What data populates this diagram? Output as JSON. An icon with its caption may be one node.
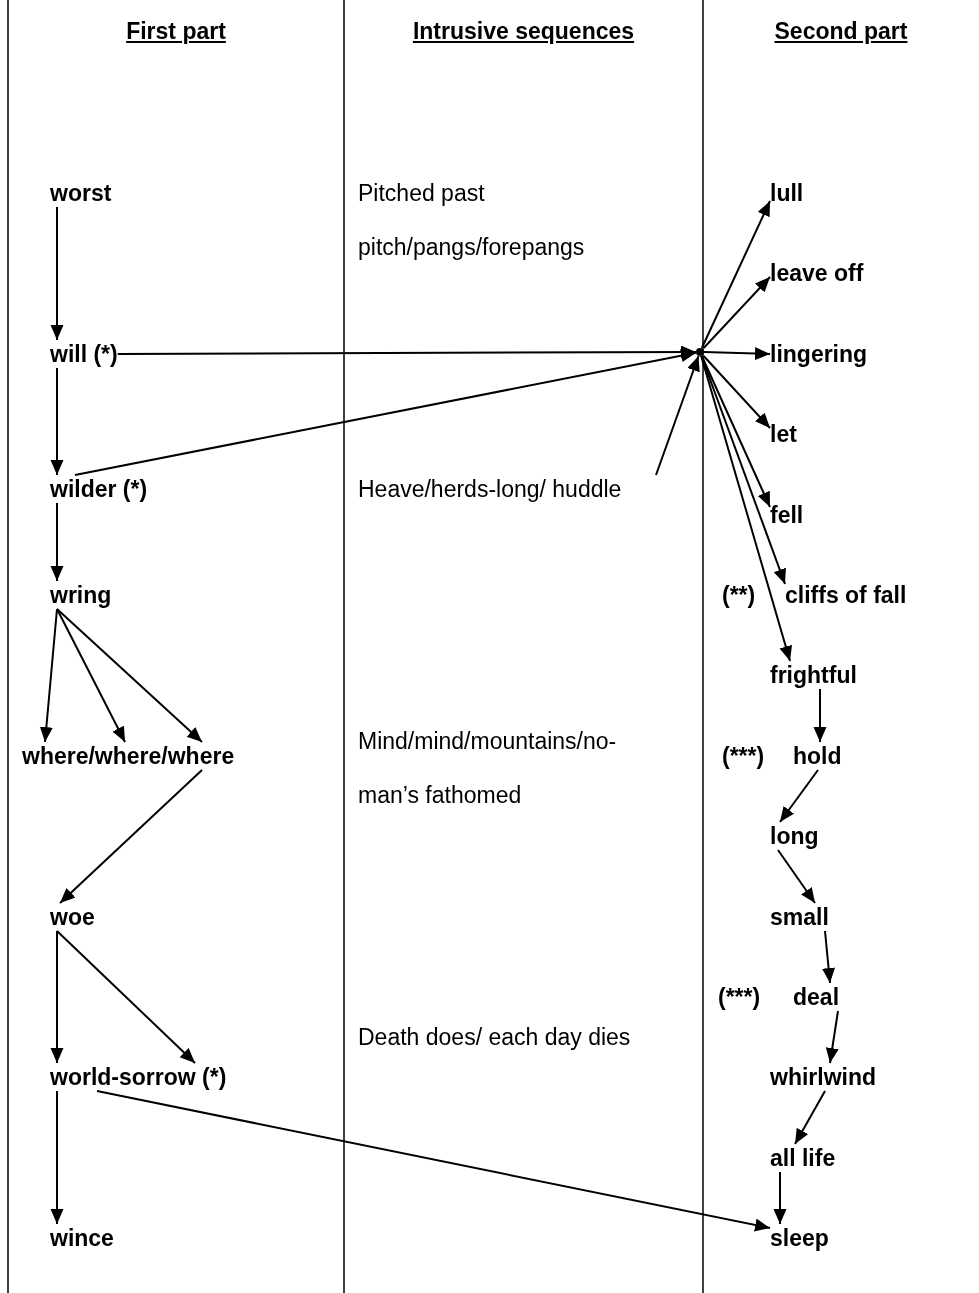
{
  "diagram": {
    "nodes": [
      {
        "text": [
          "worst"
        ]
      },
      {
        "text": [
          "will (*)"
        ]
      },
      {
        "text": [
          "wilder (*)"
        ]
      },
      {
        "text": [
          "wring"
        ]
      },
      {
        "text": [
          "where/where/where"
        ]
      },
      {
        "text": [
          "woe"
        ]
      },
      {
        "text": [
          "world-sorrow (*)"
        ]
      },
      {
        "text": [
          "wince"
        ]
      },
      {
        "text": [
          "Heave/herds-long/ huddle"
        ]
      },
      {
        "text": [],
        "shape": "point"
      },
      {
        "text": [
          "lull"
        ]
      },
      {
        "text": [
          "leave off"
        ]
      },
      {
        "text": [
          "lingering"
        ]
      },
      {
        "text": [
          "let"
        ]
      },
      {
        "text": [
          "fell"
        ]
      },
      {
        "text": [
          "cliffs of fall"
        ]
      },
      {
        "text": [
          "frightful"
        ]
      },
      {
        "text": [
          "hold"
        ]
      },
      {
        "text": [
          "long"
        ]
      },
      {
        "text": [
          "small"
        ]
      },
      {
        "text": [
          "deal"
        ]
      },
      {
        "text": [
          "whirlwind"
        ]
      },
      {
        "text": [
          "all life"
        ]
      },
      {
        "text": [
          "sleep"
        ]
      }
    ],
    "edges": [
      {
        "from": 0,
        "to": 1,
        "arrow": "to"
      },
      {
        "from": 1,
        "to": 2,
        "arrow": "to"
      },
      {
        "from": 2,
        "to": 3,
        "arrow": "to"
      },
      {
        "from": 3,
        "to": 4,
        "arrow": "to"
      },
      {
        "from": 3,
        "to": 4,
        "arrow": "to"
      },
      {
        "from": 3,
        "to": 4,
        "arrow": "to"
      },
      {
        "from": 4,
        "to": 5,
        "arrow": "to"
      },
      {
        "from": 5,
        "to": 6,
        "arrow": "to"
      },
      {
        "from": 5,
        "to": 6,
        "arrow": "to"
      },
      {
        "from": 6,
        "to": 7,
        "arrow": "to"
      },
      {
        "from": 1,
        "to": 9,
        "arrow": "to"
      },
      {
        "from": 2,
        "to": 9,
        "arrow": "to"
      },
      {
        "from": 8,
        "to": 9,
        "arrow": "to"
      },
      {
        "from": 9,
        "to": 10,
        "arrow": "to"
      },
      {
        "from": 9,
        "to": 11,
        "arrow": "to"
      },
      {
        "from": 9,
        "to": 12,
        "arrow": "to"
      },
      {
        "from": 9,
        "to": 13,
        "arrow": "to"
      },
      {
        "from": 9,
        "to": 14,
        "arrow": "to"
      },
      {
        "from": 9,
        "to": 15,
        "arrow": "to"
      },
      {
        "from": 9,
        "to": 16,
        "arrow": "to"
      },
      {
        "from": 16,
        "to": 17,
        "arrow": "to"
      },
      {
        "from": 17,
        "to": 18,
        "arrow": "to"
      },
      {
        "from": 18,
        "to": 19,
        "arrow": "to"
      },
      {
        "from": 19,
        "to": 20,
        "arrow": "to"
      },
      {
        "from": 20,
        "to": 21,
        "arrow": "to"
      },
      {
        "from": 21,
        "to": 22,
        "arrow": "to"
      },
      {
        "from": 22,
        "to": 23,
        "arrow": "to"
      },
      {
        "from": 6,
        "to": 23,
        "arrow": "to"
      }
    ],
    "labels": [
      "First part",
      "Intrusive sequences",
      "Second part",
      "Pitched past pitch/pangs/forepangs",
      "(**)",
      "(***)",
      "Mind/mind/mountains/no-man’s fathomed",
      "(***)",
      "Death does/ each day dies"
    ]
  }
}
